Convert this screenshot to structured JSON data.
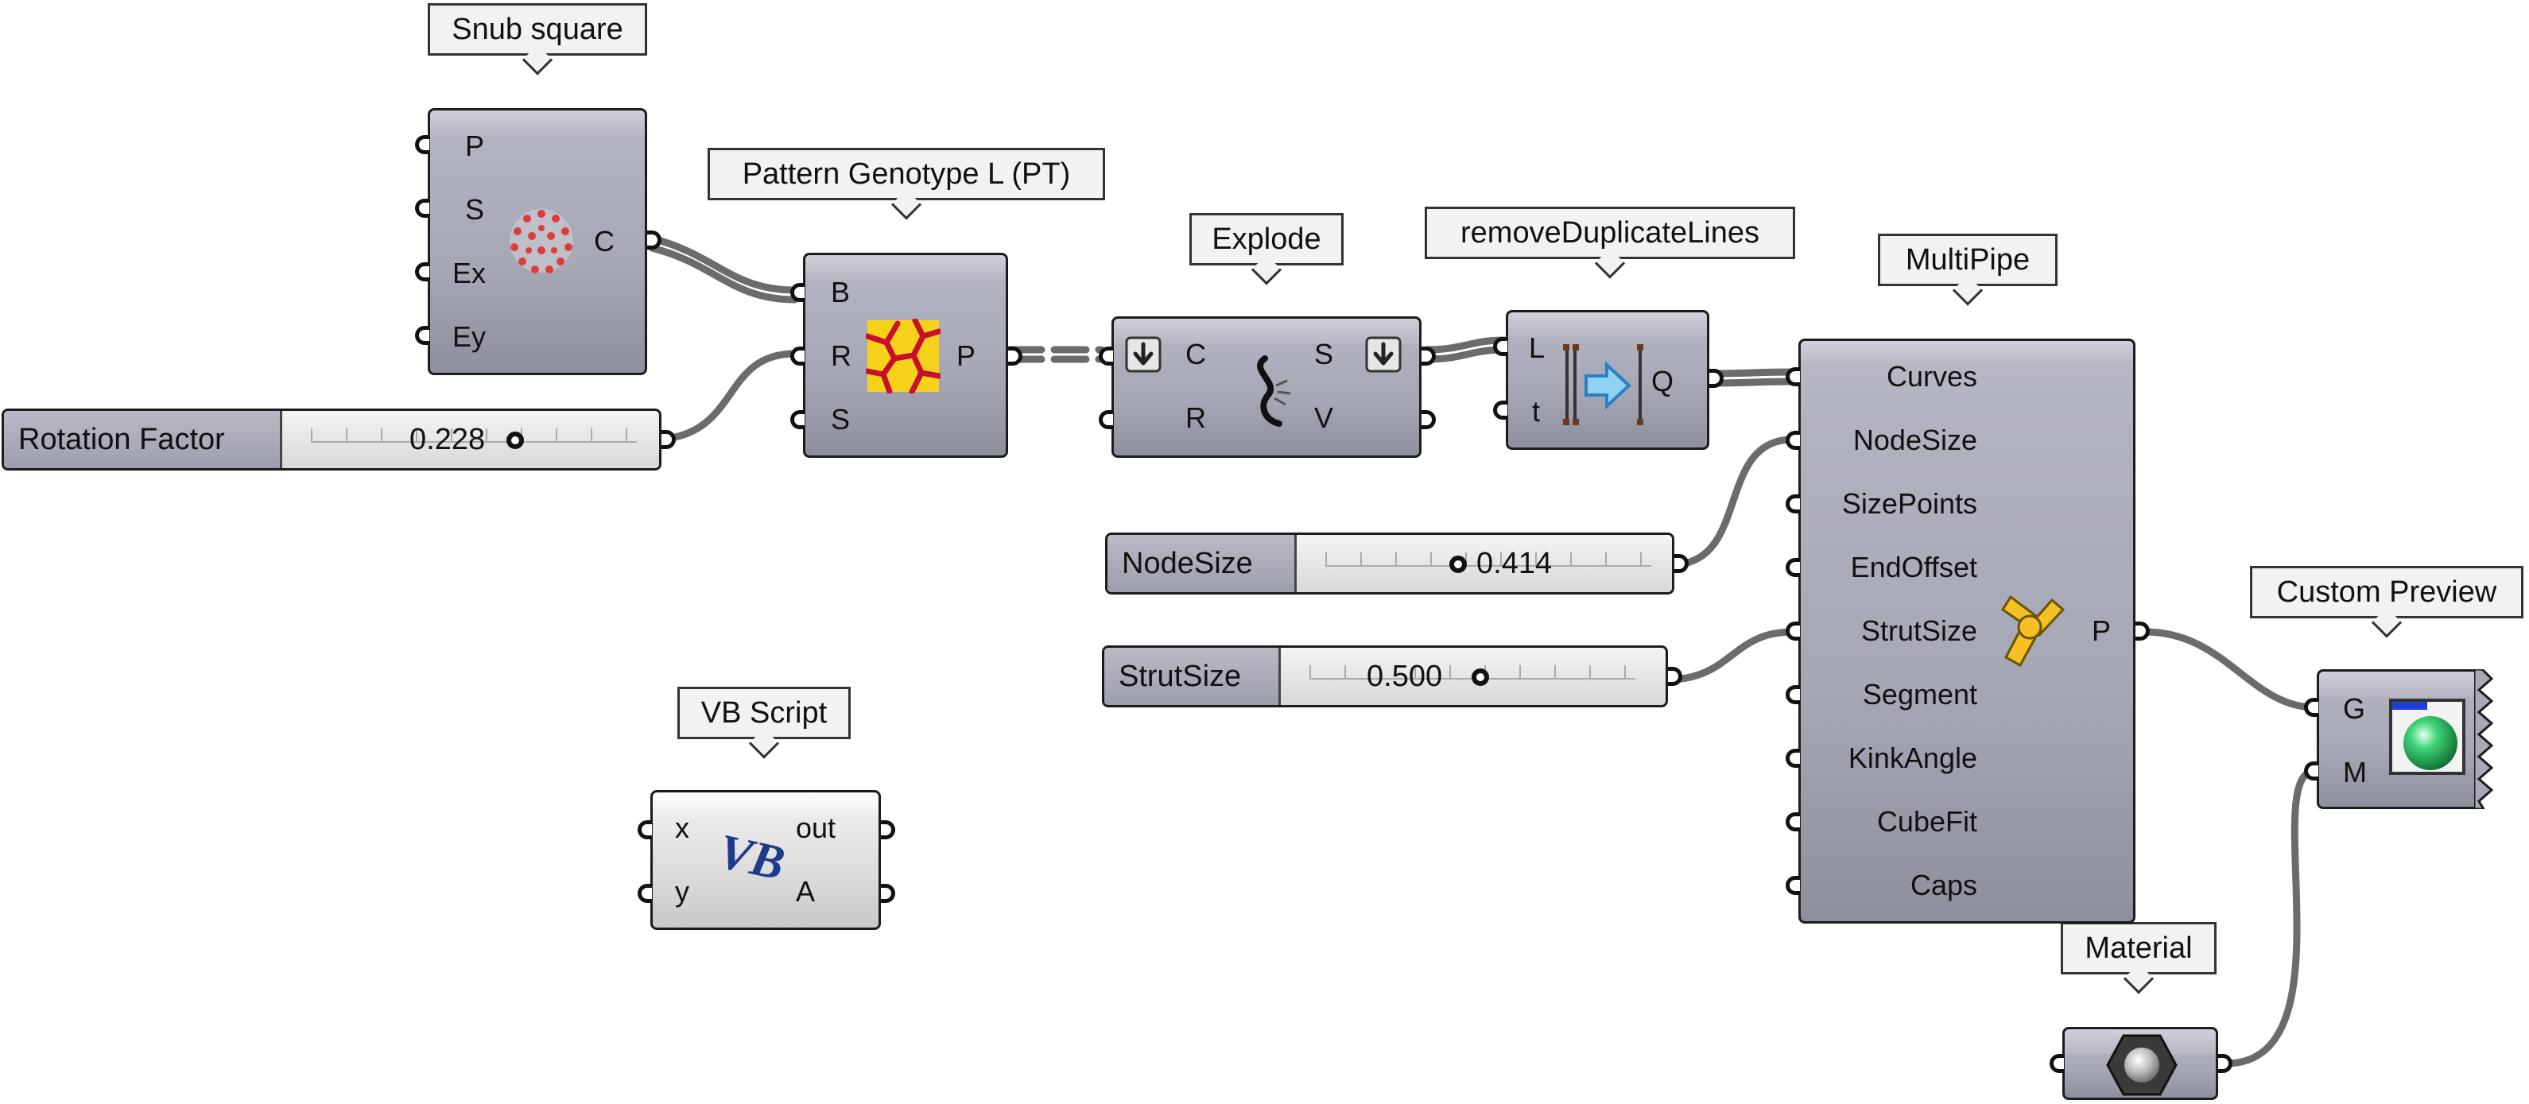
{
  "tags": {
    "snub": "Snub square",
    "pattern": "Pattern Genotype L (PT)",
    "explode": "Explode",
    "remove": "removeDuplicateLines",
    "multipipe": "MultiPipe",
    "vbscript": "VB Script",
    "custom_preview": "Custom Preview",
    "material": "Material"
  },
  "snub": {
    "inputs": [
      "P",
      "S",
      "Ex",
      "Ey"
    ],
    "output": "C",
    "icon": "snub-square-dots-icon"
  },
  "pattern": {
    "inputs": [
      "B",
      "R",
      "S"
    ],
    "output": "P",
    "icon": "pattern-genotype-icon"
  },
  "explode": {
    "inputs": [
      "C",
      "R"
    ],
    "outputs": [
      "S",
      "V"
    ],
    "icon": "explode-icon"
  },
  "remove": {
    "inputs": [
      "L",
      "t"
    ],
    "output": "Q",
    "icon": "remove-duplicate-lines-icon"
  },
  "multipipe": {
    "inputs": [
      "Curves",
      "NodeSize",
      "SizePoints",
      "EndOffset",
      "StrutSize",
      "Segment",
      "KinkAngle",
      "CubeFit",
      "Caps"
    ],
    "output": "P",
    "icon": "multipipe-icon"
  },
  "vbscript": {
    "inputs": [
      "x",
      "y"
    ],
    "outputs": [
      "out",
      "A"
    ],
    "icon": "vb-logo-icon"
  },
  "custom_preview": {
    "inputs": [
      "G",
      "M"
    ],
    "icon": "preview-sphere-icon"
  },
  "material": {
    "icon": "material-nut-icon"
  },
  "sliders": {
    "rotation": {
      "name": "Rotation Factor",
      "value": "0.228"
    },
    "nodesize": {
      "name": "NodeSize",
      "value": "0.414"
    },
    "strutsize": {
      "name": "StrutSize",
      "value": "0.500"
    }
  },
  "colors": {
    "component_body": "#a6a7b4",
    "wire": "#6b6b6b",
    "canvas": "#ffffff"
  }
}
